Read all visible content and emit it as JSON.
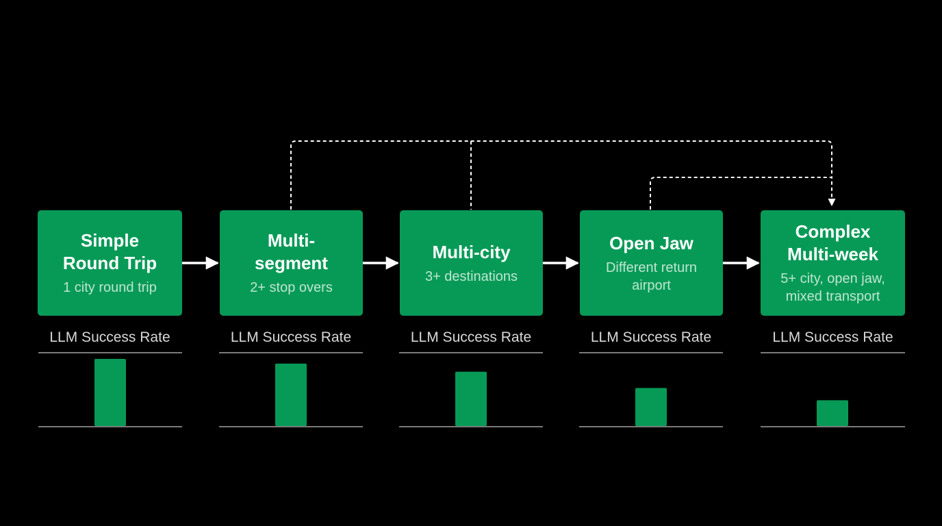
{
  "colors": {
    "background": "#000000",
    "box_fill": "#079a57",
    "bar_fill": "#079a57",
    "arrow": "#ffffff",
    "dashed_line": "#ffffff",
    "rule": "#7a7a7a"
  },
  "stages": [
    {
      "title": "Simple\nRound Trip",
      "subtitle": "1 city round trip",
      "rate_label": "LLM Success Rate"
    },
    {
      "title": "Multi-\nsegment",
      "subtitle": "2+ stop overs",
      "rate_label": "LLM Success Rate"
    },
    {
      "title": "Multi-city",
      "subtitle": "3+ destinations",
      "rate_label": "LLM Success Rate"
    },
    {
      "title": "Open Jaw",
      "subtitle": "Different return\nairport",
      "rate_label": "LLM Success Rate"
    },
    {
      "title": "Complex\nMulti-week",
      "subtitle": "5+ city, open jaw,\nmixed transport",
      "rate_label": "LLM Success Rate"
    }
  ],
  "chart_data": {
    "type": "bar",
    "categories": [
      "Simple Round Trip",
      "Multi-segment",
      "Multi-city",
      "Open Jaw",
      "Complex Multi-week"
    ],
    "values": [
      0.99,
      0.92,
      0.8,
      0.56,
      0.38
    ],
    "ylim": [
      0,
      1
    ],
    "grid": false
  }
}
